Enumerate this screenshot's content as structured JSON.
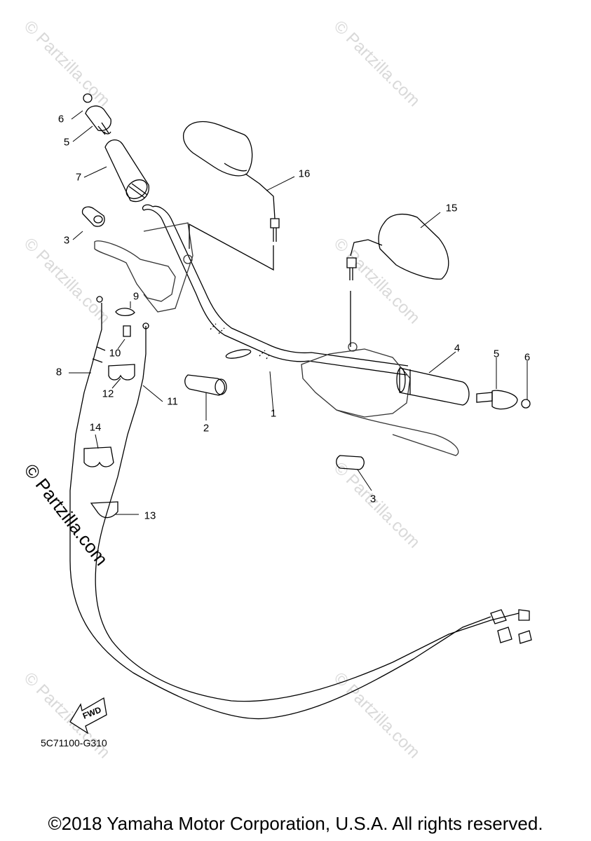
{
  "diagram": {
    "code": "5C71100-G310",
    "copyright": "©2018 Yamaha Motor Corporation, U.S.A. All rights reserved.",
    "watermark": "© Partzilla.com",
    "forward_label": "FWD"
  },
  "callouts": [
    {
      "id": "c6a",
      "label": "6"
    },
    {
      "id": "c5a",
      "label": "5"
    },
    {
      "id": "c7",
      "label": "7"
    },
    {
      "id": "c3a",
      "label": "3"
    },
    {
      "id": "c9",
      "label": "9"
    },
    {
      "id": "c10",
      "label": "10"
    },
    {
      "id": "c8",
      "label": "8"
    },
    {
      "id": "c12",
      "label": "12"
    },
    {
      "id": "c11",
      "label": "11"
    },
    {
      "id": "c14",
      "label": "14"
    },
    {
      "id": "c13",
      "label": "13"
    },
    {
      "id": "c2",
      "label": "2"
    },
    {
      "id": "c1",
      "label": "1"
    },
    {
      "id": "c16",
      "label": "16"
    },
    {
      "id": "c15",
      "label": "15"
    },
    {
      "id": "c4",
      "label": "4"
    },
    {
      "id": "c5b",
      "label": "5"
    },
    {
      "id": "c6b",
      "label": "6"
    },
    {
      "id": "c3b",
      "label": "3"
    }
  ]
}
